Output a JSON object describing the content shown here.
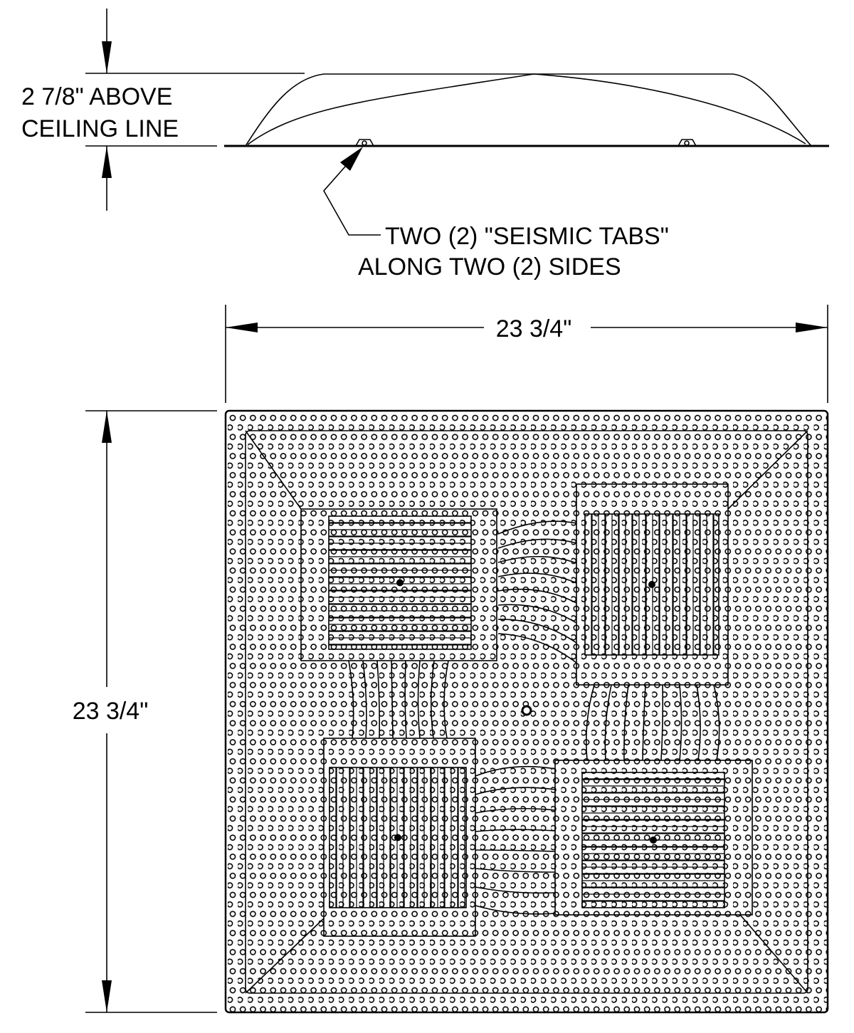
{
  "profile": {
    "height_label_line1": "2 7/8\" ABOVE",
    "height_label_line2": "CEILING LINE",
    "tabs_note_line1": "TWO (2) \"SEISMIC TABS\"",
    "tabs_note_line2": "ALONG TWO (2) SIDES"
  },
  "plan": {
    "width_label": "23 3/4\"",
    "height_label": "23 3/4\""
  }
}
